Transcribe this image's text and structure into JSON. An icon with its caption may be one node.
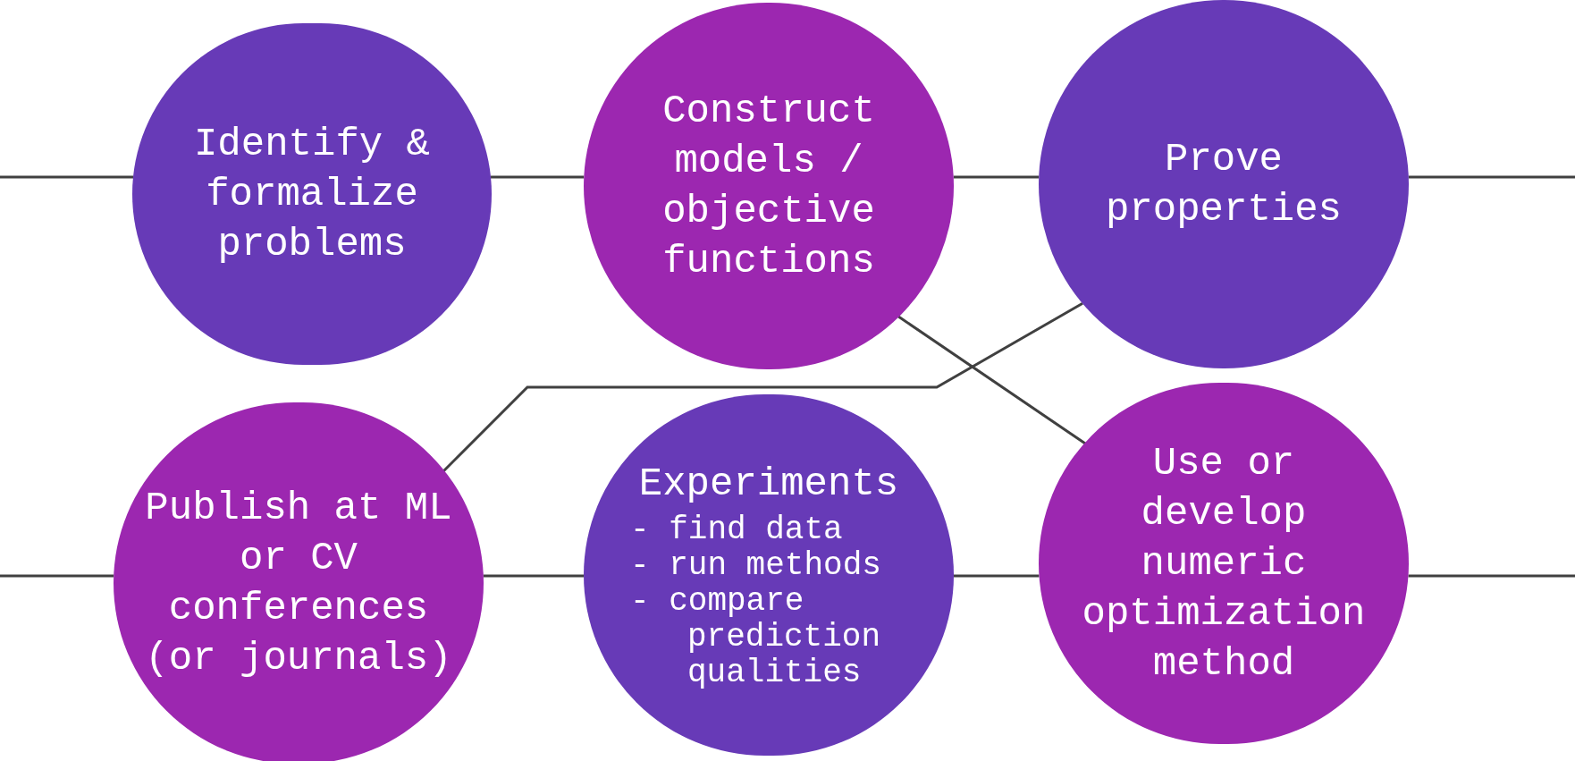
{
  "diagram": {
    "nodes": [
      {
        "text": [
          "Identify & formalize problems"
        ]
      },
      {
        "text": [
          "Construct models / objective functions"
        ]
      },
      {
        "text": [
          "Prove properties"
        ]
      },
      {
        "text": [
          "Publish at ML or CV conferences (or journals)"
        ]
      },
      {
        "text": [
          "Experiments",
          "- find data",
          "- run methods",
          "- compare prediction qualities"
        ]
      },
      {
        "text": [
          "Use or develop numeric optimization method"
        ]
      }
    ],
    "edges": [
      {
        "from": null,
        "to": 0,
        "arrow": "none"
      },
      {
        "from": 0,
        "to": 1,
        "arrow": "none"
      },
      {
        "from": 1,
        "to": 2,
        "arrow": "none"
      },
      {
        "from": 2,
        "to": null,
        "arrow": "none"
      },
      {
        "from": 1,
        "to": 5,
        "arrow": "none"
      },
      {
        "from": 3,
        "to": 2,
        "arrow": "none"
      },
      {
        "from": null,
        "to": 3,
        "arrow": "none"
      },
      {
        "from": 3,
        "to": 4,
        "arrow": "none"
      },
      {
        "from": 4,
        "to": 5,
        "arrow": "none"
      },
      {
        "from": 5,
        "to": null,
        "arrow": "none"
      }
    ]
  }
}
